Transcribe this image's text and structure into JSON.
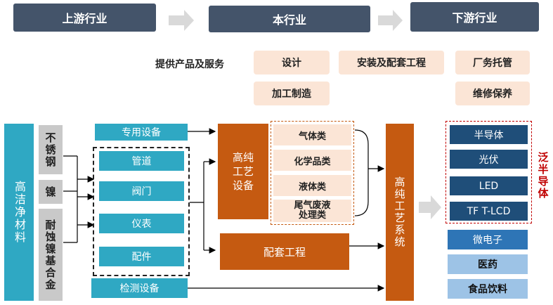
{
  "header": {
    "upstream": "上游行业",
    "current": "本行业",
    "downstream": "下游行业"
  },
  "services": {
    "label": "提供产品及服务",
    "items": [
      "设计",
      "安装及配套工程",
      "厂务托管",
      "加工制造",
      "维修保养"
    ]
  },
  "upstream": {
    "category": "高洁净材料",
    "materials": [
      "不锈钢",
      "镍",
      "耐蚀镍基合金"
    ],
    "special_equipment": "专用设备",
    "components": [
      "管道",
      "阀门",
      "仪表",
      "配件"
    ],
    "inspection": "检测设备"
  },
  "industry": {
    "equipment": "高纯工艺设备",
    "equipment_types": [
      "气体类",
      "化学品类",
      "液体类",
      "尾气废液处理类"
    ],
    "supporting_works": "配套工程",
    "system": "高纯工艺系统"
  },
  "downstream": {
    "pan_semiconductor_label": "泛半导体",
    "pan_semiconductor": [
      "半导体",
      "光伏",
      "LED",
      "TF T-LCD"
    ],
    "microelectronics": "微电子",
    "others": [
      "医药",
      "食品饮料"
    ]
  },
  "colors": {
    "header": "#44546A",
    "service": "#FBE5D6",
    "teal": "#2FA8C3",
    "orange": "#C55A11",
    "navy": "#1F4E79",
    "blue": "#2E75B6",
    "light_blue": "#9DC3E6",
    "highlight_red": "#C00000"
  }
}
